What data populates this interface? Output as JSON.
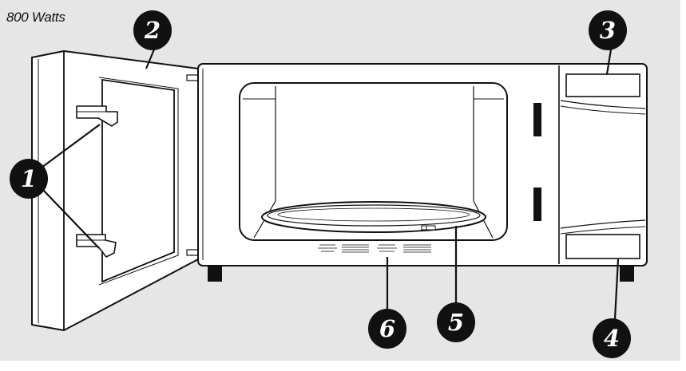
{
  "caption": {
    "wattage": "800 Watts"
  },
  "callouts": [
    {
      "number": "1",
      "part": "door latches"
    },
    {
      "number": "2",
      "part": "door"
    },
    {
      "number": "3",
      "part": "upper control panel"
    },
    {
      "number": "4",
      "part": "lower control panel"
    },
    {
      "number": "5",
      "part": "turntable"
    },
    {
      "number": "6",
      "part": "label plate"
    }
  ],
  "colors": {
    "panel_background": "#e6e6e6",
    "line": "#111111",
    "appliance": "#ffffff",
    "callout_fill": "#111111",
    "callout_text": "#ffffff"
  }
}
